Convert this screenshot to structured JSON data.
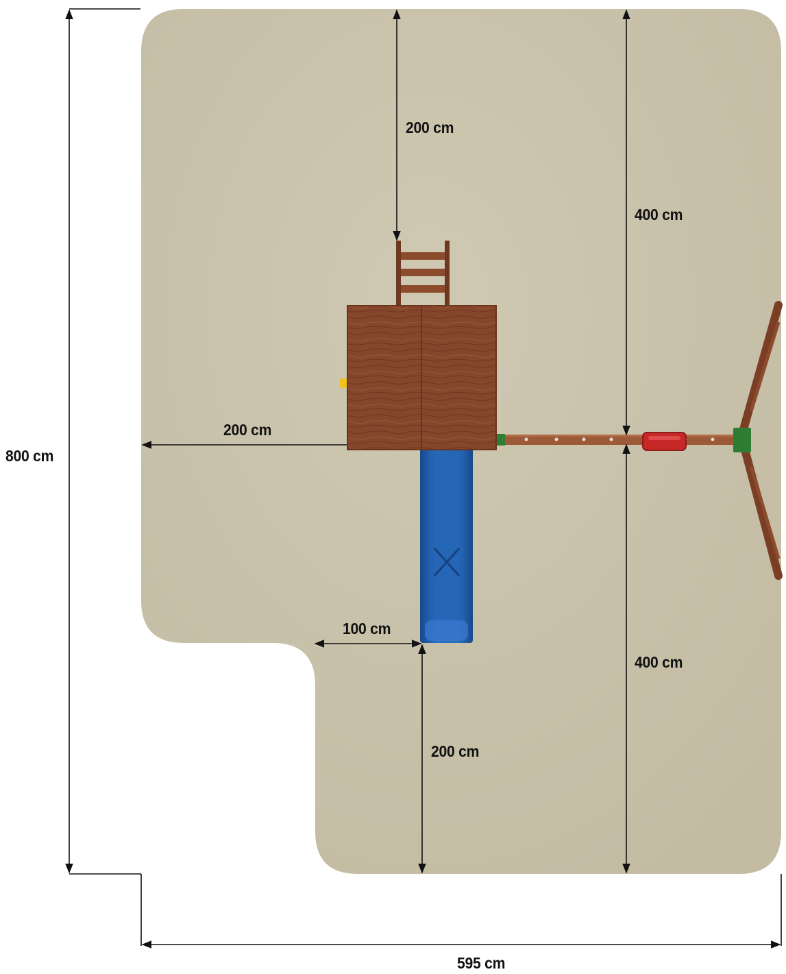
{
  "dimensions": {
    "total_height": "800 cm",
    "total_width": "595 cm",
    "top_to_ladder": "200 cm",
    "left_to_tower": "200 cm",
    "slide_side_clearance": "100 cm",
    "slide_end_clearance": "200 cm",
    "swing_upper": "400 cm",
    "swing_lower": "400 cm"
  },
  "colors": {
    "ground": "#c8c0a8",
    "wood": "#8a4a2c",
    "slide": "#1f5fae",
    "seat": "#c62828",
    "bracket": "#2e7d32",
    "handle": "#f2c21b",
    "dim_line": "#111111"
  }
}
